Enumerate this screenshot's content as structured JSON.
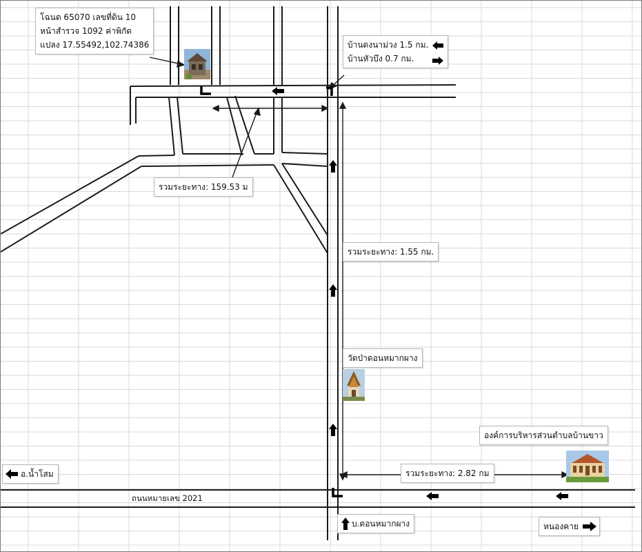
{
  "deed_box": {
    "line1": "โฉนด 65070 เลขที่ดิน 10",
    "line2": "หน้าสำรวจ 1092 ค่าพิกัด",
    "line3": "แปลง 17.55492,102.74386"
  },
  "direction_box": {
    "line1": "บ้านดงนาม่วง 1.5 กม.",
    "line2": "บ้านหัวบึง 0.7 กม."
  },
  "distance_1": "รวมระยะทาง: 159.53 ม",
  "distance_2": "รวมระยะทาง: 1.55 กม.",
  "distance_3": "รวมระยะทาง: 2.82 กม",
  "temple_label": "วัดป่าดอนหมากผาง",
  "office_label": "องค์การบริหารส่วนตำบลบ้านขาว",
  "left_destination": "อ.น้ำโสม",
  "right_destination": "หนองคาย",
  "highway_label": "ถนนหมายเลข 2021",
  "village_label": "บ.ดอนหมากผาง",
  "colors": {
    "road": "#1a1a1a",
    "grid": "#d9d9d9",
    "arrow": "#000000"
  },
  "icons": [
    "house-photo",
    "temple-photo",
    "office-building-photo",
    "arrow-left-icon",
    "arrow-right-icon",
    "arrow-up-icon",
    "turn-icon"
  ]
}
